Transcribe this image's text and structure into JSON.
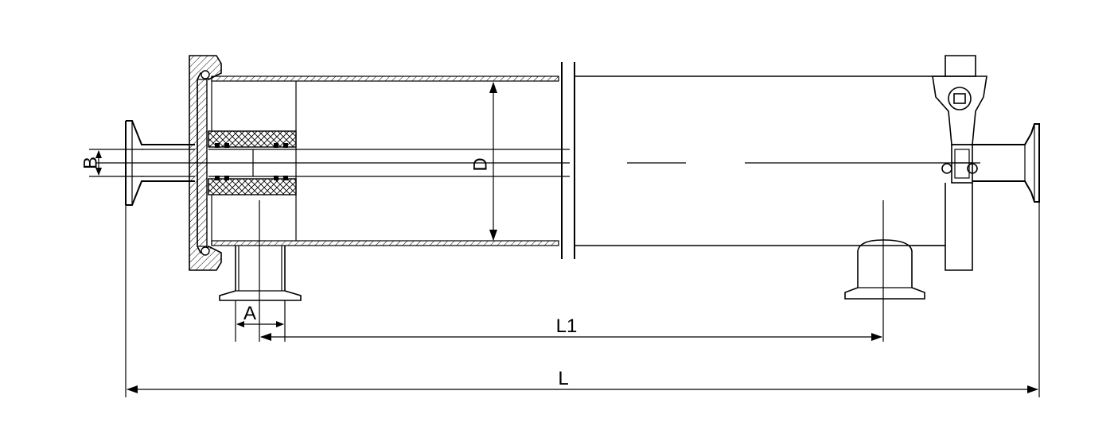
{
  "labels": {
    "b": "B",
    "d": "D",
    "a": "A",
    "l1": "L1",
    "l": "L"
  },
  "colors": {
    "line": "#000000",
    "background": "#ffffff"
  }
}
